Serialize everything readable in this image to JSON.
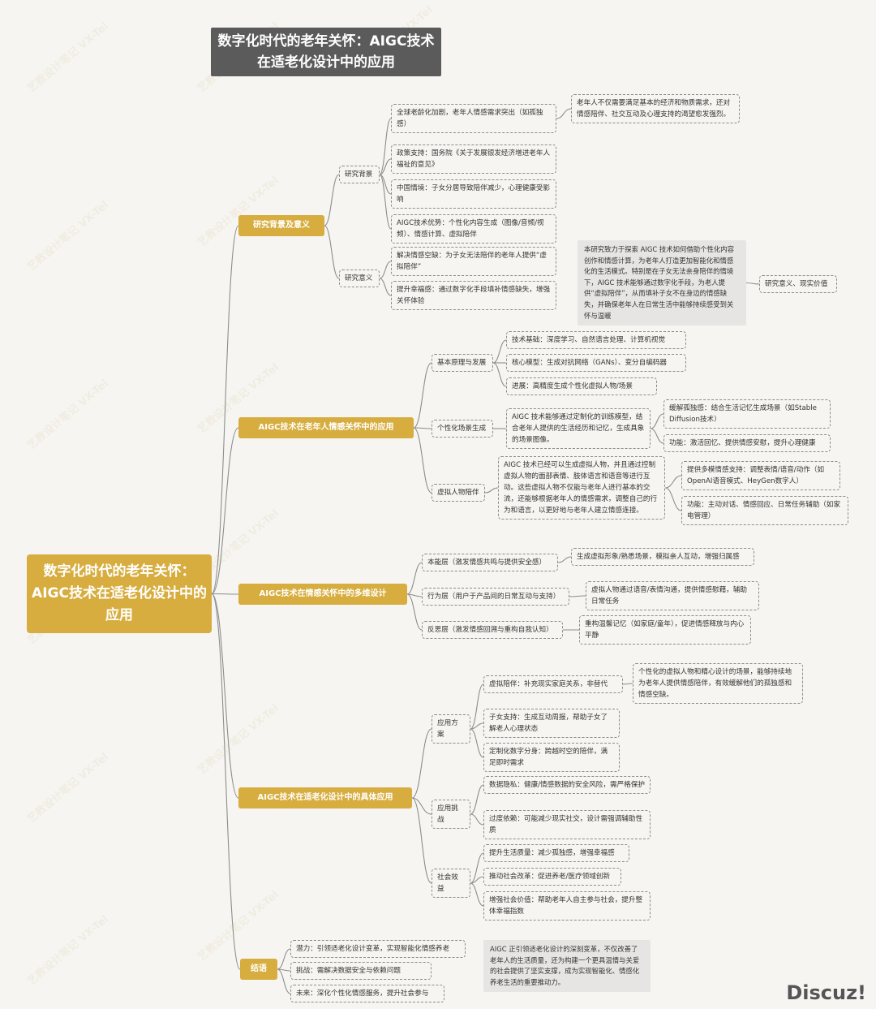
{
  "title": "数字化时代的老年关怀：AIGC技术在适老化设计中的应用",
  "central": "数字化时代的老年关怀：AIGC技术在适老化设计中的应用",
  "watermark": "艺教设计笔记 VX-Tel",
  "brand": "Discuz!",
  "branches": {
    "b1": {
      "label": "研究背景及意义",
      "bg": {
        "label": "研究背景",
        "items": [
          "全球老龄化加剧，老年人情感需求突出（如孤独感）",
          "政策支持：国务院《关于发展银发经济增进老年人福祉的意见》",
          "中国情境：子女分居导致陪伴减少，心理健康受影响",
          "AIGC技术优势：个性化内容生成（图像/音频/视频）、情感计算、虚拟陪伴"
        ],
        "detail": "老年人不仅需要满足基本的经济和物质需求，还对情感陪伴、社交互动及心理支持的渴望愈发强烈。"
      },
      "sig": {
        "label": "研究意义",
        "items": [
          "解决情感空缺：为子女无法陪伴的老年人提供“虚拟陪伴”",
          "提升幸福感：通过数字化手段填补情感缺失，增强关怀体验"
        ],
        "note": "本研究致力于探索 AIGC 技术如何借助个性化内容创作和情感计算，为老年人打造更加智能化和情感化的生活模式。特别是在子女无法亲身陪伴的情境下，AIGC 技术能够通过数字化手段，为老人提供“虚拟陪伴”，从而填补子女不在身边的情感缺失，并确保老年人在日常生活中能够持续感受到关怀与温暖",
        "tag": "研究意义、现实价值"
      }
    },
    "b2": {
      "label": "AIGC技术在老年人情感关怀中的应用",
      "basic": {
        "label": "基本原理与发展",
        "items": [
          "技术基础：深度学习、自然语言处理、计算机视觉",
          "核心模型：生成对抗网络（GANs）、变分自编码器",
          "进展：高精度生成个性化虚拟人物/场景"
        ]
      },
      "scene": {
        "label": "个性化场景生成",
        "desc": "AIGC 技术能够通过定制化的训练模型，结合老年人提供的生活经历和记忆，生成具象的场景图像。",
        "items": [
          "缓解孤独感：结合生活记忆生成场景（如Stable Diffusion技术）",
          "功能：激活回忆、提供情感安慰，提升心理健康"
        ]
      },
      "avatar": {
        "label": "虚拟人物陪伴",
        "desc": "AIGC 技术已经可以生成虚拟人物，并且通过控制虚拟人物的面部表情、肢体语言和语音等进行互动。这些虚拟人物不仅能与老年人进行基本的交流，还能够根据老年人的情感需求，调整自己的行为和语言，以更好地与老年人建立情感连接。",
        "items": [
          "提供多模情感支持：调整表情/语音/动作（如OpenAI语音模式、HeyGen数字人）",
          "功能：主动对话、情感回应、日常任务辅助（如家电管理）"
        ]
      }
    },
    "b3": {
      "label": "AIGC技术在情感关怀中的多维设计",
      "layers": [
        {
          "label": "本能层（激发情感共鸣与提供安全感）",
          "detail": "生成虚拟形象/熟悉场景，模拟亲人互动，增强归属感"
        },
        {
          "label": "行为层（用户于产品间的日常互动与支持）",
          "detail": "虚拟人物通过语音/表情沟通，提供情感慰藉，辅助日常任务"
        },
        {
          "label": "反思层（激发情感回溯与重构自我认知）",
          "detail": "重构温馨记忆（如家庭/童年），促进情感释放与内心平静"
        }
      ]
    },
    "b4": {
      "label": "AIGC技术在适老化设计中的具体应用",
      "plan": {
        "label": "应用方案",
        "items": [
          "虚拟陪伴：补充现实家庭关系，非替代",
          "子女支持：生成互动周报，帮助子女了解老人心理状态",
          "定制化数字分身：跨越时空的陪伴，满足即时需求"
        ],
        "detail": "个性化的虚拟人物和精心设计的场景，能够持续地为老年人提供情感陪伴，有效缓解他们的孤独感和情感空缺。"
      },
      "challenge": {
        "label": "应用挑战",
        "items": [
          "数据隐私：健康/情感数据的安全风险，需严格保护",
          "过度依赖：可能减少现实社交，设计需强调辅助性质"
        ]
      },
      "social": {
        "label": "社会效益",
        "items": [
          "提升生活质量：减少孤独感，增强幸福感",
          "推动社会改革：促进养老/医疗领域创新",
          "增强社会价值：帮助老年人自主参与社会，提升整体幸福指数"
        ]
      }
    },
    "b5": {
      "label": "结语",
      "items": [
        "潜力：引领适老化设计变革，实现智能化情感养老",
        "挑战：需解决数据安全与依赖问题",
        "未来：深化个性化情感服务，提升社会参与"
      ],
      "note": "AIGC 正引领适老化设计的深刻变革，不仅改善了老年人的生活质量，还为构建一个更具温情与关爱的社会提供了坚实支撑，成为实现智能化、情感化养老生活的重要推动力。"
    }
  }
}
